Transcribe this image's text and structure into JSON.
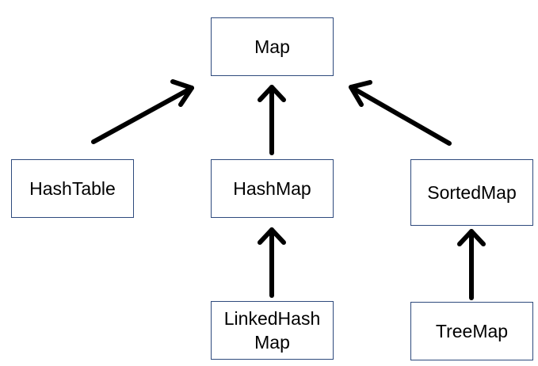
{
  "colors": {
    "box_border": "#2e4a7d",
    "arrow": "#000000",
    "background": "#ffffff",
    "text": "#000000"
  },
  "nodes": {
    "map": "Map",
    "hashtable": "HashTable",
    "hashmap": "HashMap",
    "sortedmap": "SortedMap",
    "linkedhashmap": "LinkedHash\nMap",
    "treemap": "TreeMap"
  },
  "edges": [
    {
      "from": "hashtable",
      "to": "map"
    },
    {
      "from": "hashmap",
      "to": "map"
    },
    {
      "from": "sortedmap",
      "to": "map"
    },
    {
      "from": "linkedhashmap",
      "to": "hashmap"
    },
    {
      "from": "treemap",
      "to": "sortedmap"
    }
  ]
}
